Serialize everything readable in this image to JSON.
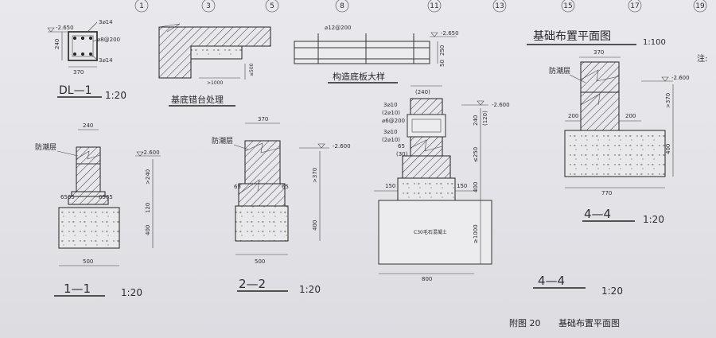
{
  "axes": [
    "1",
    "3",
    "5",
    "8",
    "11",
    "13",
    "15",
    "17",
    "19"
  ],
  "dl1": {
    "title": "DL—1",
    "scale": "1:20",
    "elev": "-2.650",
    "h": "240",
    "w": "370",
    "top_bar": "3⌀14",
    "stirrup": "⌀8@200",
    "bot_bar": "3⌀14"
  },
  "step": {
    "title": "基底错台处理",
    "w": ">1000",
    "h": "≤500"
  },
  "slab": {
    "title": "构造底板大样",
    "bar": "⌀12@200",
    "elev": "-2.650",
    "h1": "250",
    "h2": "50"
  },
  "s11": {
    "title": "1—1",
    "scale": "1:20",
    "top_w": "240",
    "dpc": "防潮层",
    "elev": "-2.600",
    "step_l": "6565",
    "step_r": "6565",
    "h1": ">240",
    "h2": "120",
    "h3": "400",
    "base": "500"
  },
  "s22": {
    "title": "2—2",
    "scale": "1:20",
    "top_w": "370",
    "dpc": "防潮层",
    "elev": "-2.600",
    "off_l": "65",
    "off_r": "65",
    "h1": ">370",
    "h2": "400",
    "base": "500"
  },
  "s33": {
    "top_w": "(240)",
    "bar1": "3⌀10",
    "bar1b": "(2⌀10)",
    "stirrup": "⌀6@200",
    "bar2": "3⌀10",
    "bar2b": "(2⌀10)",
    "off": "65",
    "off2": "(30)",
    "elev": "-2.600",
    "h1": "240",
    "h1b": "(120)",
    "h2": "≤250",
    "h3": "400",
    "h4": "≥1000",
    "ext_l": "150",
    "ext_r": "150",
    "conc": "C30毛石混凝土",
    "base": "800"
  },
  "s44": {
    "title": "4—4",
    "scale": "1:20",
    "top_w": "370",
    "dpc": "防潮层",
    "elev": "-2.600",
    "off_l": "200",
    "off_r": "200",
    "h1": ">370",
    "h2": "400",
    "base": "770"
  },
  "header": {
    "title": "基础布置平面图",
    "scale": "1:100",
    "note": "注:"
  },
  "caption": {
    "fig": "附图 20",
    "title": "基础布置平面图"
  }
}
